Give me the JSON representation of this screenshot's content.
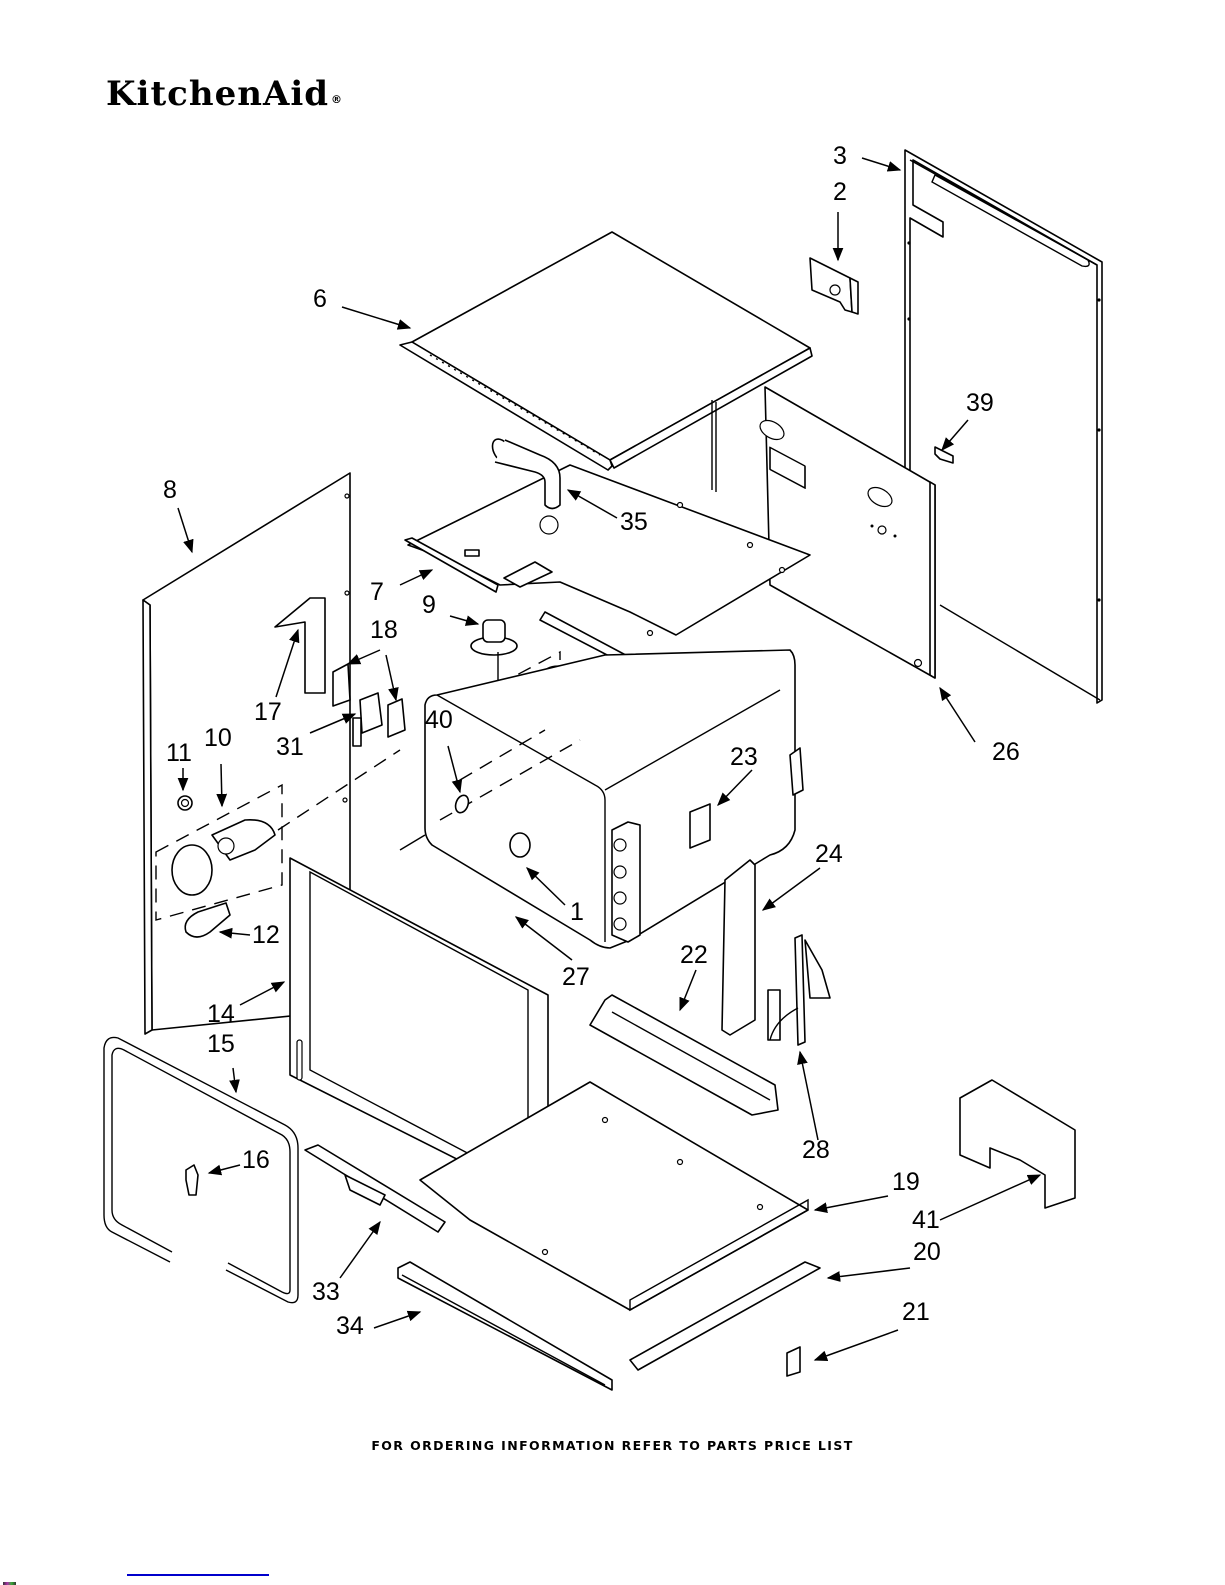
{
  "brand": {
    "logo_text": "KitchenAid",
    "registered_mark": "®"
  },
  "diagram": {
    "title": "Oven cabinet exploded parts diagram",
    "callouts": [
      {
        "id": "1",
        "label": "1"
      },
      {
        "id": "2",
        "label": "2"
      },
      {
        "id": "3",
        "label": "3"
      },
      {
        "id": "6",
        "label": "6"
      },
      {
        "id": "7",
        "label": "7"
      },
      {
        "id": "8",
        "label": "8"
      },
      {
        "id": "9",
        "label": "9"
      },
      {
        "id": "10",
        "label": "10"
      },
      {
        "id": "11",
        "label": "11"
      },
      {
        "id": "12",
        "label": "12"
      },
      {
        "id": "14",
        "label": "14"
      },
      {
        "id": "15",
        "label": "15"
      },
      {
        "id": "16",
        "label": "16"
      },
      {
        "id": "17",
        "label": "17"
      },
      {
        "id": "18",
        "label": "18"
      },
      {
        "id": "19",
        "label": "19"
      },
      {
        "id": "20",
        "label": "20"
      },
      {
        "id": "21",
        "label": "21"
      },
      {
        "id": "22",
        "label": "22"
      },
      {
        "id": "23",
        "label": "23"
      },
      {
        "id": "24",
        "label": "24"
      },
      {
        "id": "26",
        "label": "26"
      },
      {
        "id": "27",
        "label": "27"
      },
      {
        "id": "28",
        "label": "28"
      },
      {
        "id": "31",
        "label": "31"
      },
      {
        "id": "33",
        "label": "33"
      },
      {
        "id": "34",
        "label": "34"
      },
      {
        "id": "35",
        "label": "35"
      },
      {
        "id": "39",
        "label": "39"
      },
      {
        "id": "40",
        "label": "40"
      },
      {
        "id": "41",
        "label": "41"
      }
    ]
  },
  "footer": {
    "text": "FOR ORDERING INFORMATION REFER TO PARTS PRICE LIST"
  }
}
